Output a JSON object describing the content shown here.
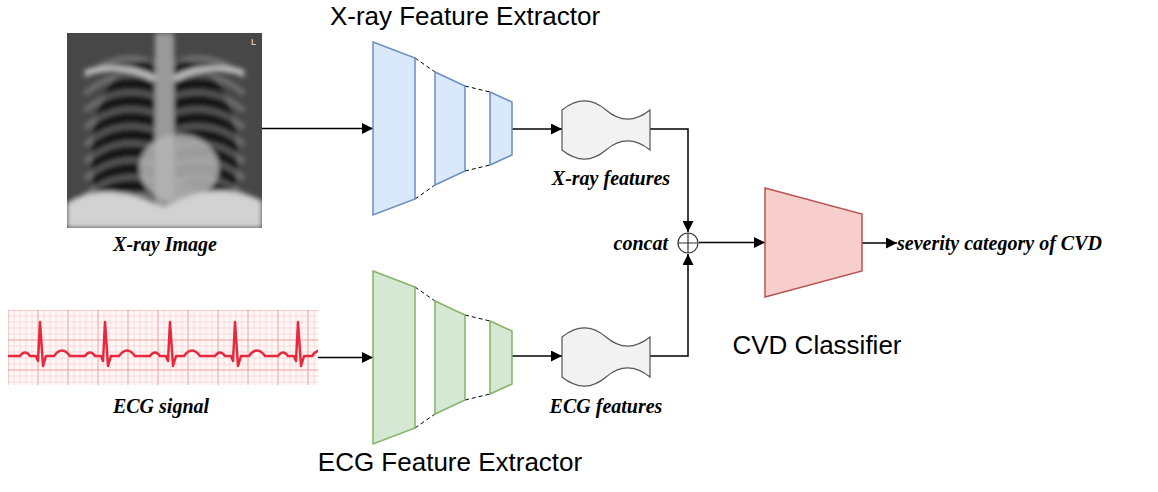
{
  "diagram": {
    "nodes": [
      {
        "text": [
          "X-ray Image"
        ]
      },
      {
        "text": [
          "X-ray Feature Extractor"
        ]
      },
      {
        "text": [
          "X-ray features"
        ]
      },
      {
        "text": [
          "concat"
        ]
      },
      {
        "text": [
          "CVD Classifier"
        ]
      },
      {
        "text": [
          "severity category of CVD"
        ]
      },
      {
        "text": [
          "ECG signal"
        ]
      },
      {
        "text": [
          "ECG Feature Extractor"
        ]
      },
      {
        "text": [
          "ECG features"
        ]
      }
    ],
    "edges": [
      {
        "from": 0,
        "to": 1,
        "arrow": "to"
      },
      {
        "from": 1,
        "to": 2,
        "arrow": "to"
      },
      {
        "from": 2,
        "to": 3,
        "arrow": "to"
      },
      {
        "from": 3,
        "to": 4,
        "arrow": "to"
      },
      {
        "from": 4,
        "to": 5,
        "arrow": "to"
      },
      {
        "from": 6,
        "to": 7,
        "arrow": "to"
      },
      {
        "from": 7,
        "to": 8,
        "arrow": "to"
      },
      {
        "from": 8,
        "to": 3,
        "arrow": "to"
      }
    ],
    "labels": [
      "L"
    ]
  }
}
